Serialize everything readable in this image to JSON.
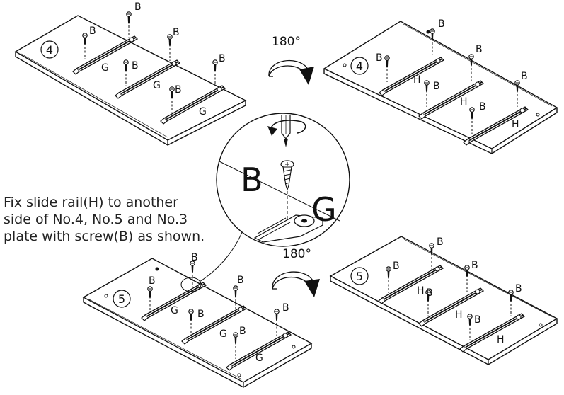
{
  "instruction_lines": [
    "Fix slide rail(H) to another",
    "side of No.4, No.5 and No.3",
    "plate with screw(B) as shown."
  ],
  "rotation_label": "180°",
  "panel_numbers": {
    "top": "4",
    "bottom": "5"
  },
  "labels": {
    "screw": "B",
    "rail_g": "G",
    "rail_h": "H"
  },
  "detail_labels": {
    "screw": "B",
    "rail": "G"
  },
  "colors": {
    "line": "#111111",
    "panel": "#ffffff",
    "rail_dark": "#333333"
  }
}
